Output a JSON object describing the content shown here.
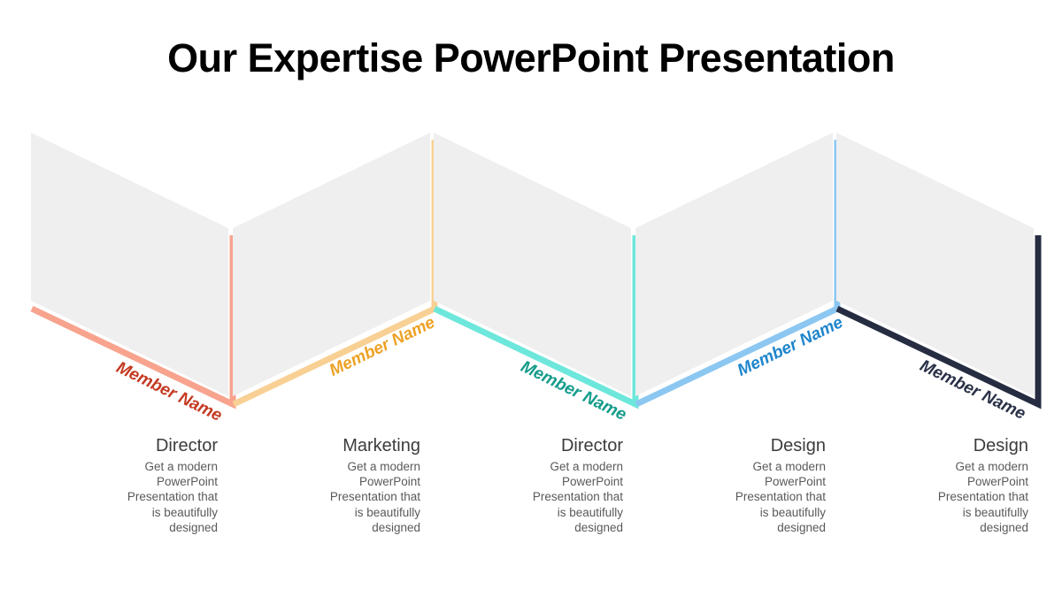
{
  "title": "Our Expertise PowerPoint Presentation",
  "members": [
    {
      "name": "Member Name",
      "name_color": "#C43A22",
      "line_color": "#F8A38E",
      "role": "Director",
      "description": "Get a modern\nPowerPoint\nPresentation that\nis beautifully\ndesigned"
    },
    {
      "name": "Member Name",
      "name_color": "#EDA226",
      "line_color": "#F8D094",
      "role": "Marketing",
      "description": "Get a modern\nPowerPoint\nPresentation that\nis beautifully\ndesigned"
    },
    {
      "name": "Member Name",
      "name_color": "#149B8B",
      "line_color": "#6DE7DB",
      "role": "Director",
      "description": "Get a modern\nPowerPoint\nPresentation that\nis beautifully\ndesigned"
    },
    {
      "name": "Member Name",
      "name_color": "#1E86CC",
      "line_color": "#8CC7F1",
      "role": "Design",
      "description": "Get a modern\nPowerPoint\nPresentation that\nis beautifully\ndesigned"
    },
    {
      "name": "Member Name",
      "name_color": "#2A3147",
      "line_color": "#262D42",
      "role": "Design",
      "description": "Get a modern\nPowerPoint\nPresentation that\nis beautifully\ndesigned"
    }
  ]
}
